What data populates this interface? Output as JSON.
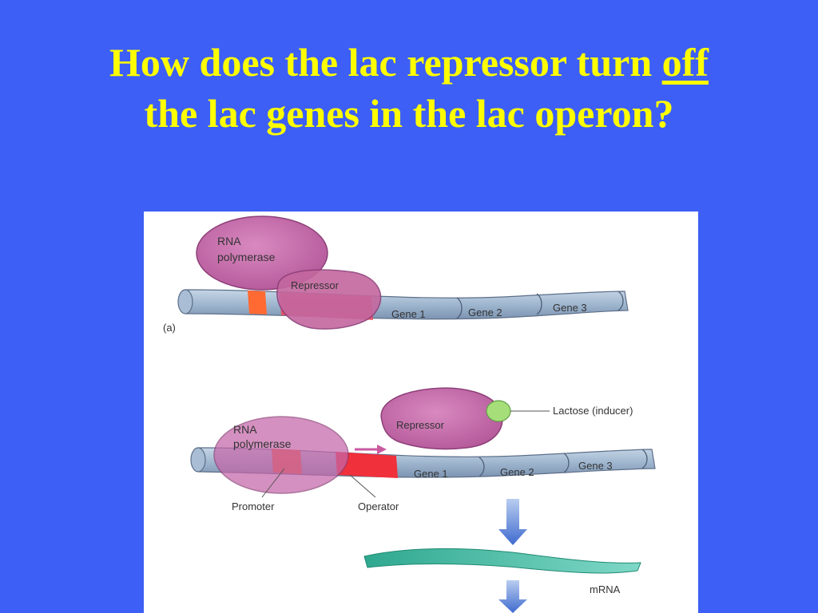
{
  "title": {
    "line1_prefix": "How does the lac repressor turn ",
    "line1_emphasis": "off",
    "line2": "the lac genes in the lac operon?"
  },
  "diagram": {
    "panel_a": {
      "label": "(a)",
      "rna_polymerase": "RNA polymerase",
      "rna_polymerase_line1": "RNA",
      "rna_polymerase_line2": "polymerase",
      "repressor": "Repressor",
      "genes": [
        "Gene 1",
        "Gene 2",
        "Gene 3"
      ]
    },
    "panel_b": {
      "rna_polymerase_line1": "RNA",
      "rna_polymerase_line2": "polymerase",
      "repressor": "Repressor",
      "inducer": "Lactose (inducer)",
      "genes": [
        "Gene 1",
        "Gene 2",
        "Gene 3"
      ],
      "promoter": "Promoter",
      "operator": "Operator",
      "mrna": "mRNA"
    },
    "colors": {
      "background": "#3d5ff5",
      "title": "#ffff00",
      "dna": "#9fb6cf",
      "promoter": "#ff5a2a",
      "operator": "#f0303a",
      "polymerase": "#c466a8",
      "inducer": "#a6df7a",
      "mrna": "#3fb8a4",
      "arrow": "#4a78d4"
    }
  }
}
